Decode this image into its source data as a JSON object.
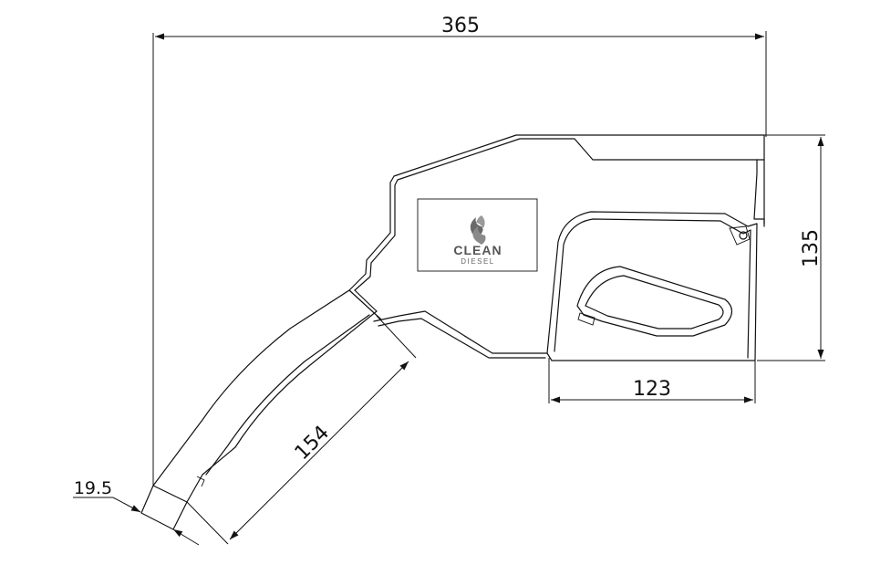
{
  "dimensions": {
    "overall_length": "365",
    "height": "135",
    "trigger_guard_length": "123",
    "spout_length": "154",
    "spout_diameter": "19.5"
  },
  "logo": {
    "brand_line1": "CLEAN",
    "brand_line2": "DIESEL",
    "icon": "flame-icon",
    "color": "#555555"
  },
  "colors": {
    "line": "#111111",
    "background": "#ffffff"
  }
}
